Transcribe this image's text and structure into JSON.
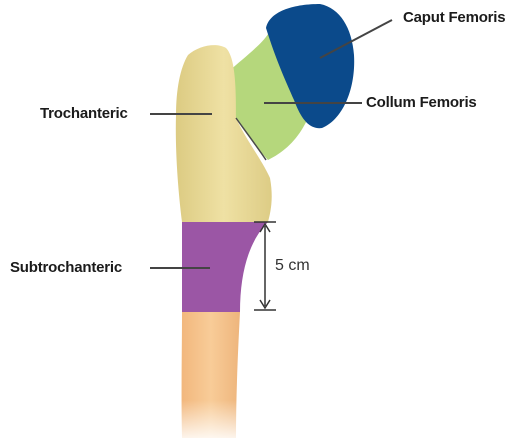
{
  "labels": {
    "caput": "Caput Femoris",
    "collum": "Collum Femoris",
    "trochanteric": "Trochanteric",
    "subtrochanteric": "Subtrochanteric",
    "measurement": "5 cm"
  },
  "colors": {
    "caput_region": "#0b4a8b",
    "collum_region": "#b5d77c",
    "trochanteric_region": "#e7d796",
    "subtrochanteric_region": "#9b56a5",
    "shaft": "#f6c48f",
    "leader_lines": "#444444"
  }
}
